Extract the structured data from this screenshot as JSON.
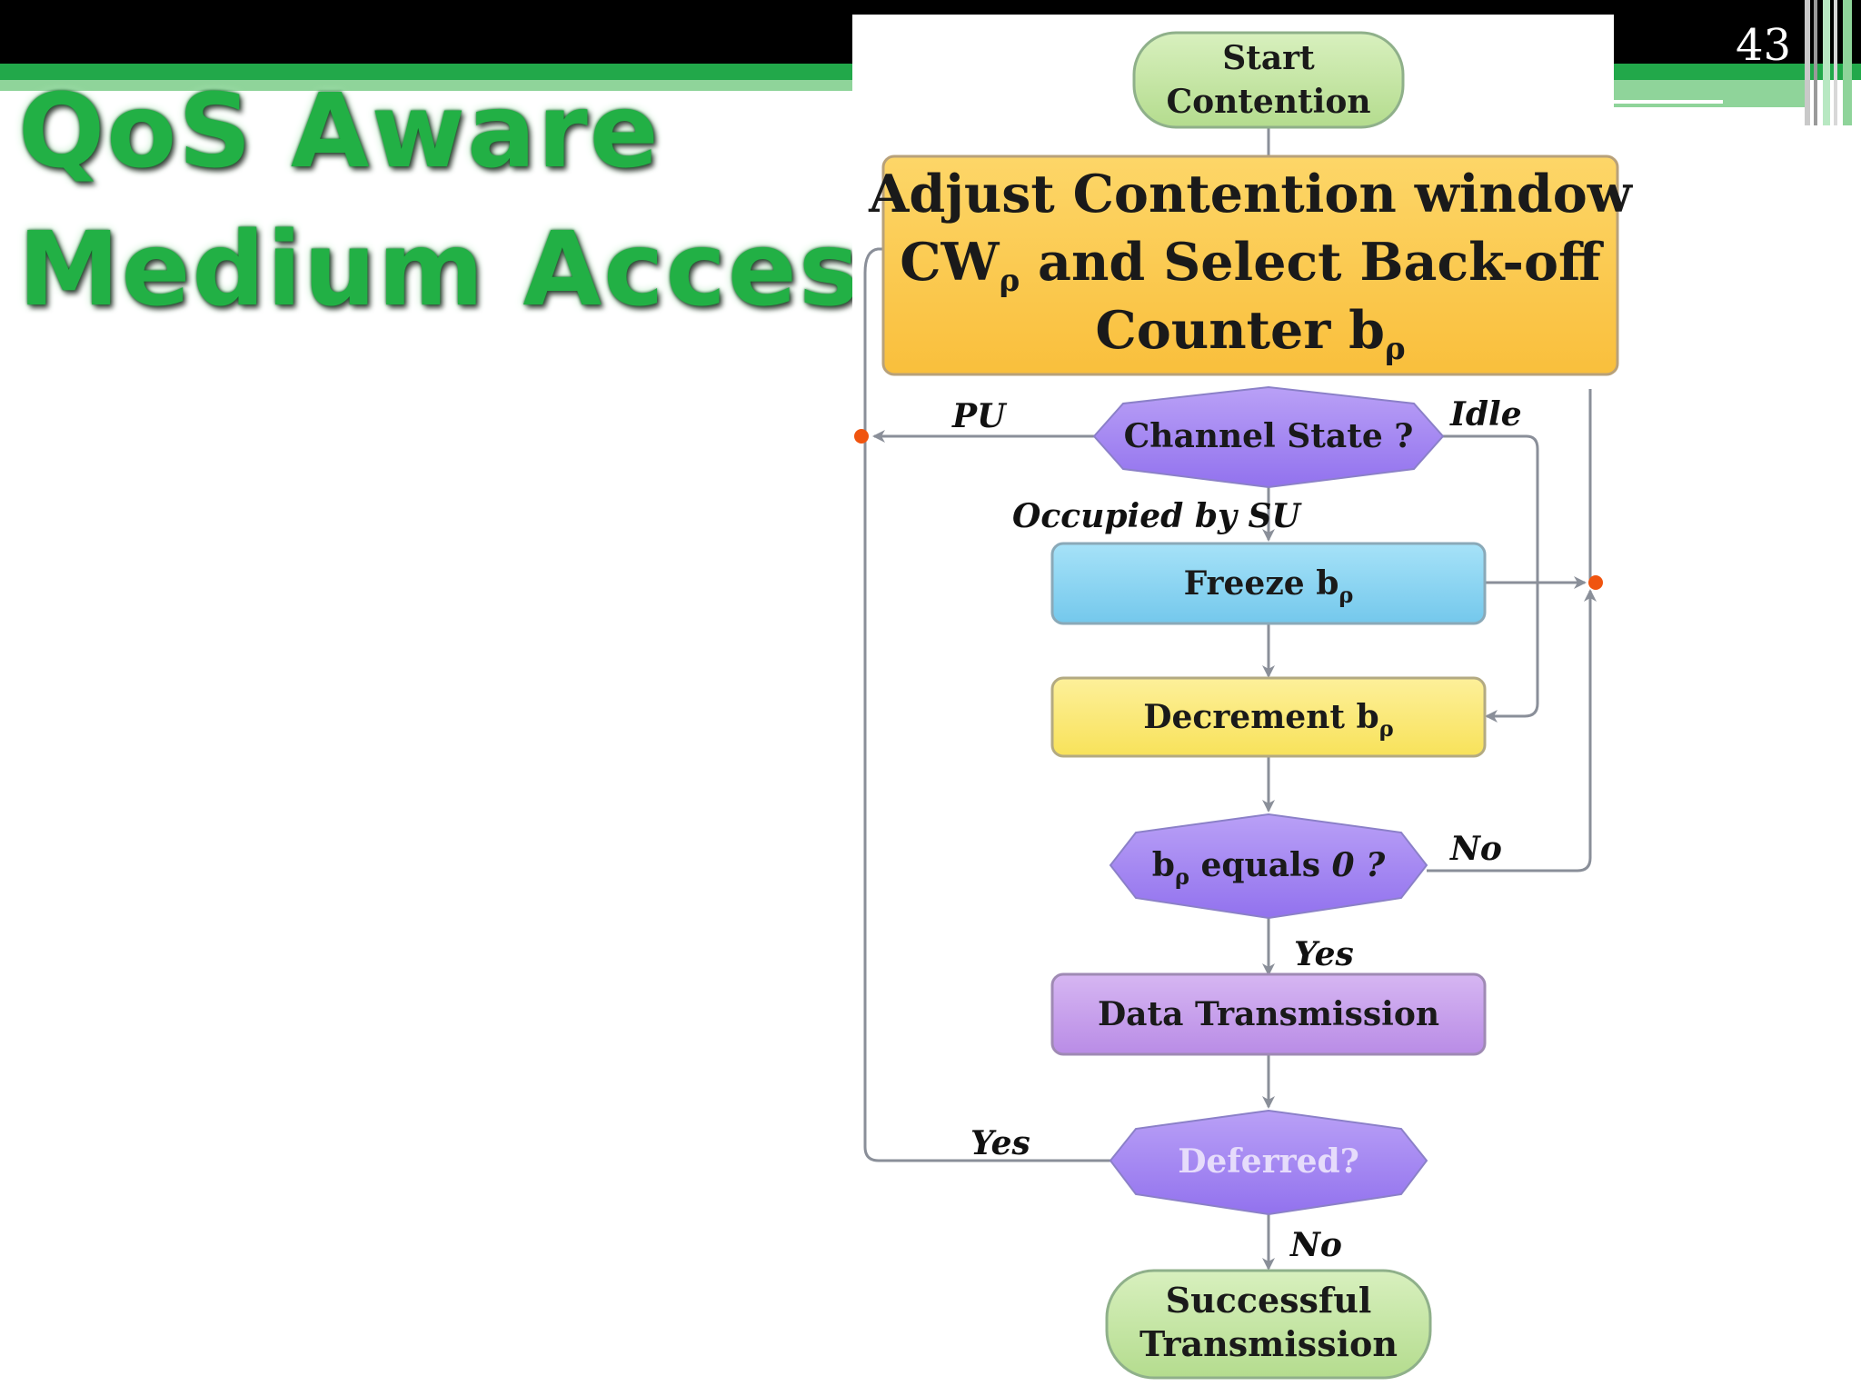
{
  "slide": {
    "number": "43",
    "title_line1": "QoS Aware",
    "title_line2": "Medium Access"
  },
  "colors": {
    "accent_green": "#22a84a",
    "start_end_fill": "#c6e6a6",
    "adjust_fill": "#fbc84a",
    "freeze_fill": "#8fd6f2",
    "decrement_fill": "#fbea7a",
    "decision_fill": "#a98af2",
    "data_tx_fill": "#c9a3ee",
    "connector_dot": "#f0540f"
  },
  "flowchart": {
    "start": {
      "line1": "Start",
      "line2": "Contention"
    },
    "adjust": {
      "line1": "Adjust Contention window",
      "line2_main": "CW",
      "line2_sub": "ρ",
      "line2_rest": " and Select Back-off",
      "line3_main": "Counter b",
      "line3_sub": "ρ"
    },
    "channel_state": "Channel State ?",
    "freeze": {
      "main": "Freeze b",
      "sub": "ρ"
    },
    "decrement": {
      "main": "Decrement b",
      "sub": "ρ"
    },
    "bp_zero": {
      "main": "b",
      "sub": "ρ",
      "rest": " equals ",
      "italic": "0 ?"
    },
    "data_transmission": "Data Transmission",
    "deferred": "Deferred?",
    "success": {
      "line1": "Successful",
      "line2": "Transmission"
    },
    "labels": {
      "pu": "PU",
      "idle": "Idle",
      "occupied": "Occupied by SU",
      "no_1": "No",
      "yes_1": "Yes",
      "yes_2": "Yes",
      "no_2": "No"
    }
  }
}
